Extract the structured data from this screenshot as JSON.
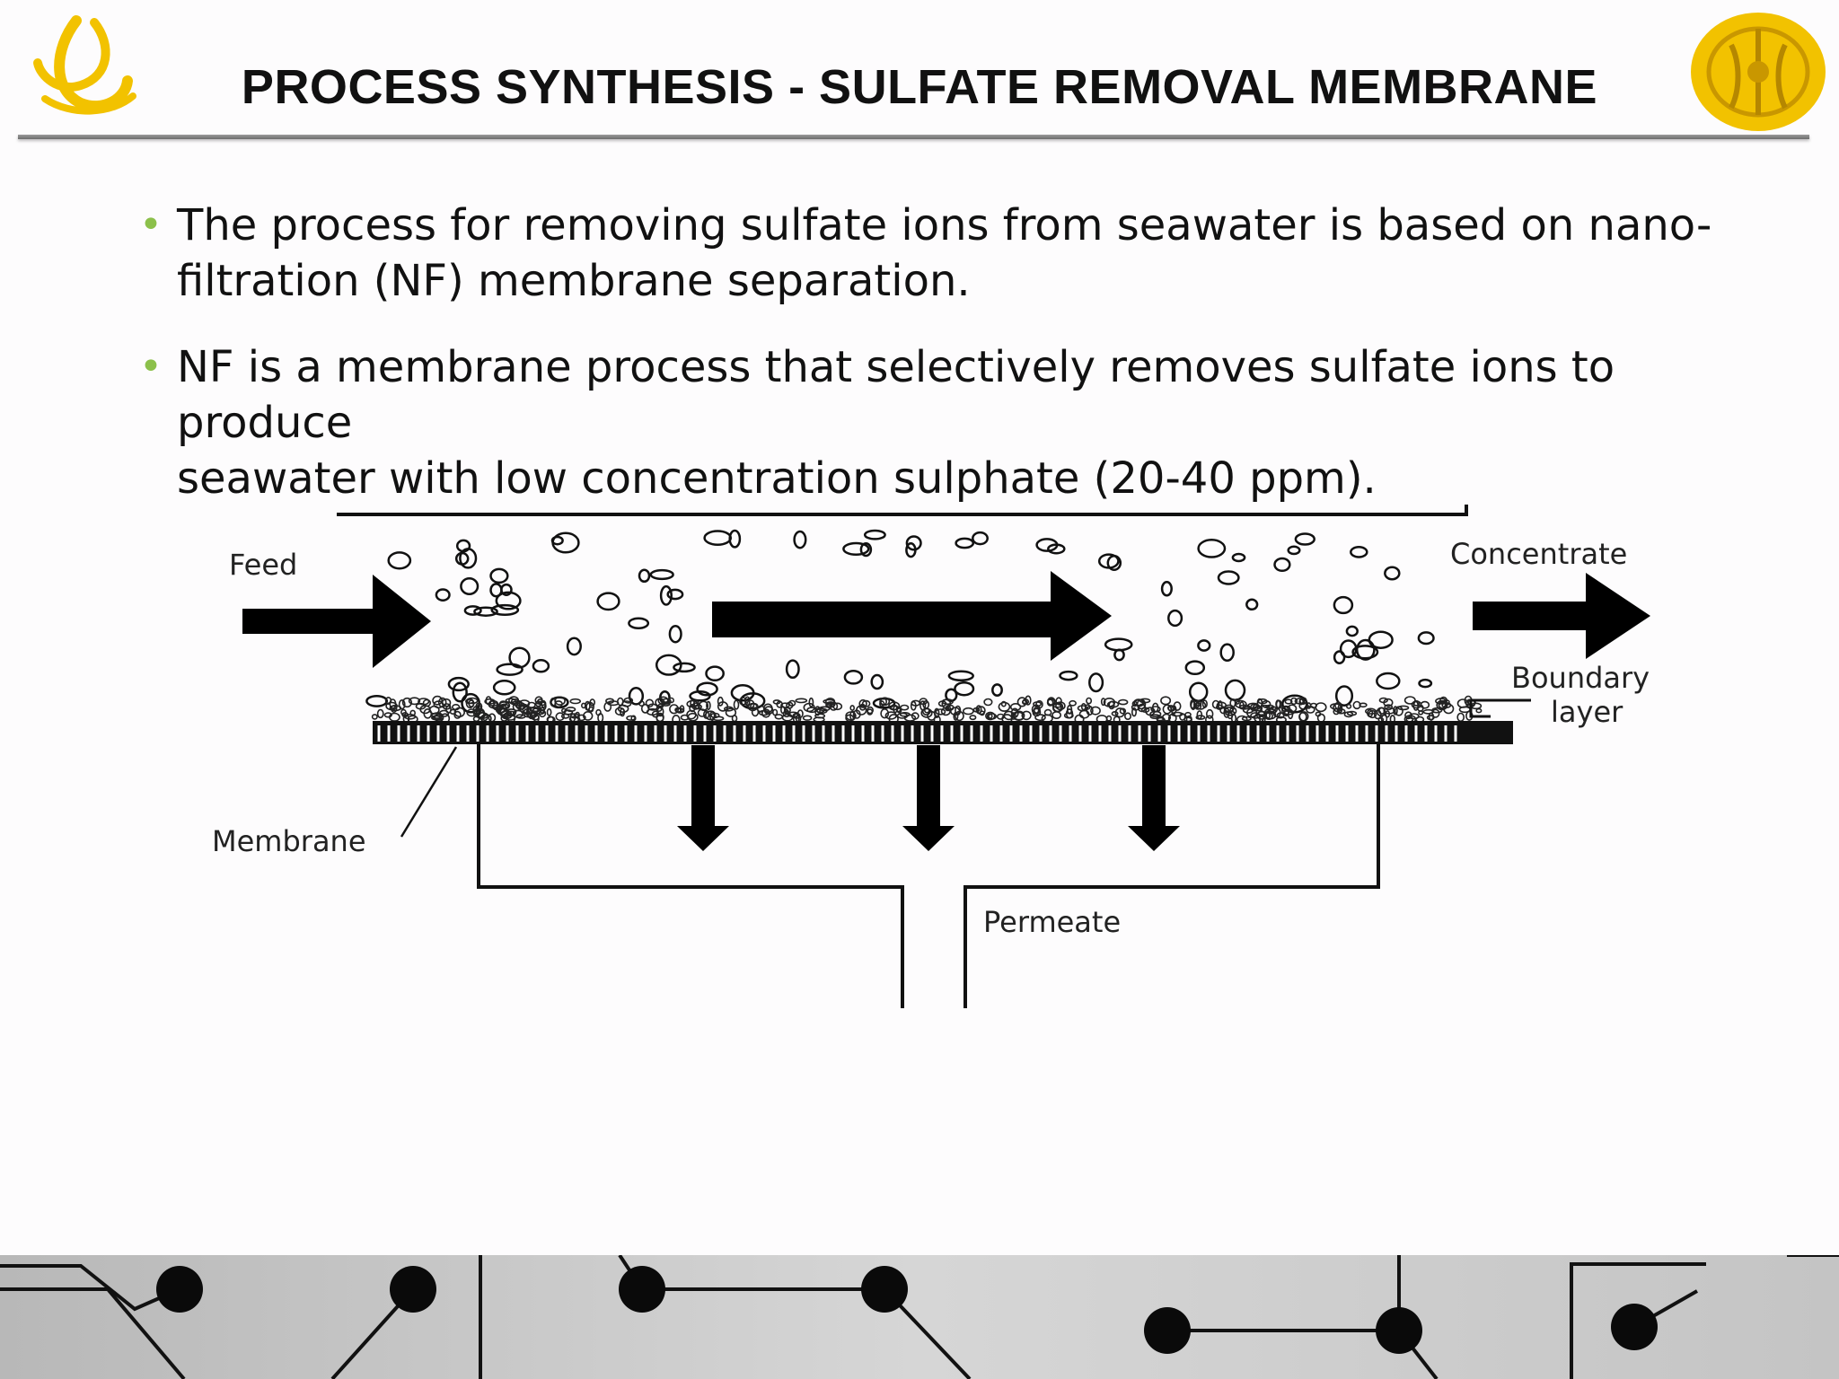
{
  "slide": {
    "title": "PROCESS SYNTHESIS - SULFATE REMOVAL MEMBRANE",
    "bullets": [
      {
        "line1": "The process for removing sulfate ions from seawater is based on nano-",
        "line2": "filtration (NF) membrane separation."
      },
      {
        "line1": "NF is a membrane process that selectively removes sulfate ions to produce",
        "line2": "seawater with low concentration sulphate (20-40 ppm)."
      }
    ]
  },
  "diagram": {
    "labels": {
      "feed": "Feed",
      "concentrate": "Concentrate",
      "boundary_1": "Boundary",
      "boundary_2": "layer",
      "membrane": "Membrane",
      "permeate": "Permeate"
    }
  },
  "colors": {
    "accent_gold": "#f2c200",
    "bullet_green": "#8cc04b",
    "rule_gray": "#808080"
  },
  "icons": {
    "left_logo": "swirl-logo-icon",
    "right_logo": "university-emblem-icon"
  }
}
